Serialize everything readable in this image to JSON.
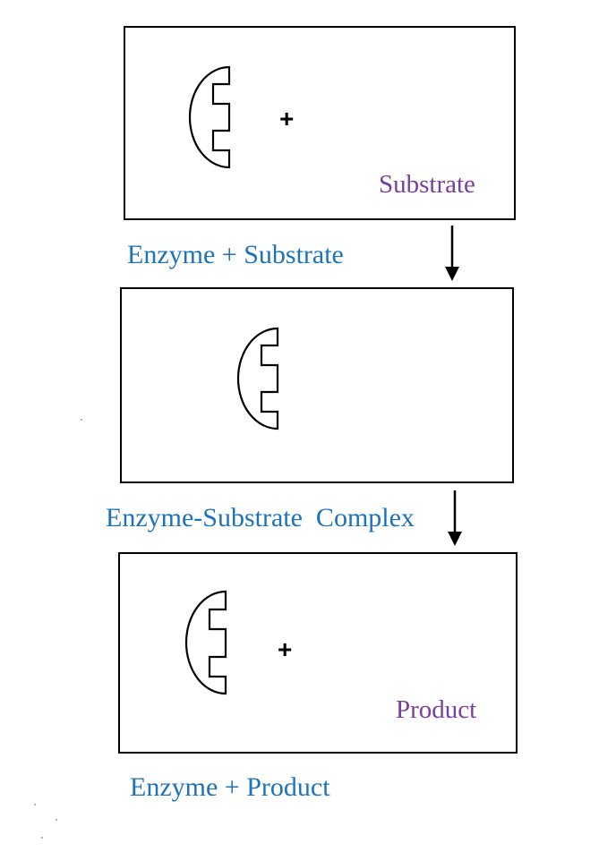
{
  "colors": {
    "caption": "#1d73b9",
    "molecule_label": "#7a3f9d",
    "line": "#000000"
  },
  "icons": [
    "enzyme-shape-icon",
    "down-arrow-icon"
  ],
  "panels": [
    {
      "plus": "+",
      "label": "Substrate",
      "caption": "Enzyme + Substrate"
    },
    {
      "plus": "",
      "label": "",
      "caption": "Enzyme-Substrate  Complex"
    },
    {
      "plus": "+",
      "label": "Product",
      "caption": "Enzyme + Product"
    }
  ]
}
